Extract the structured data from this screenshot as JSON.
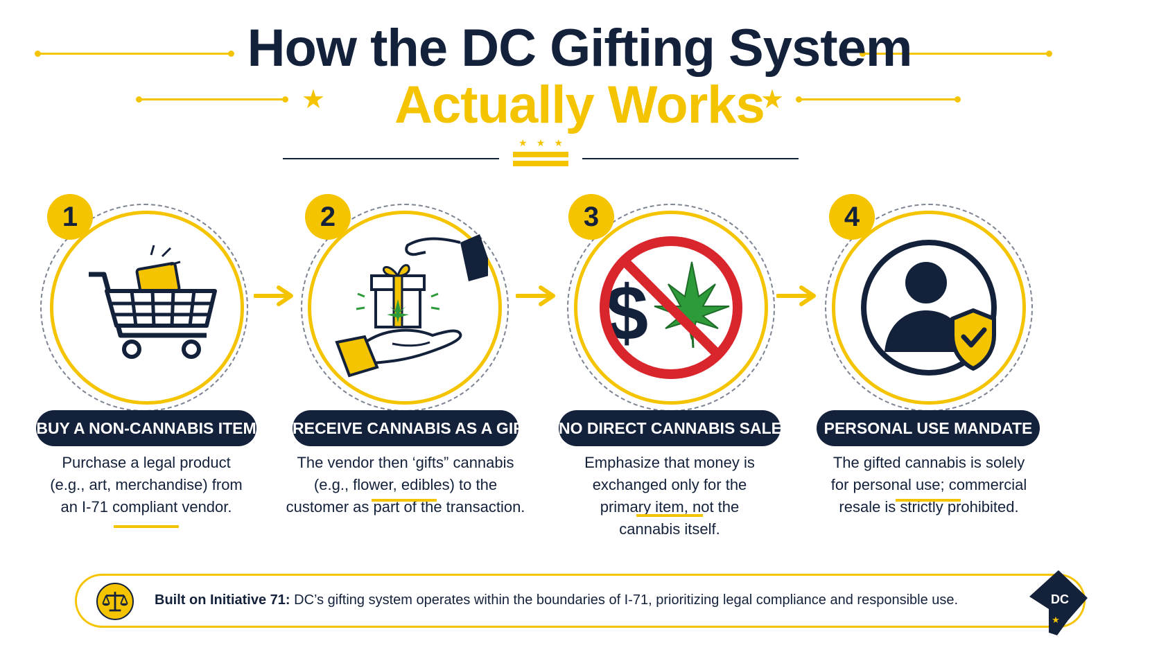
{
  "title": {
    "line1": "How the DC Gifting System",
    "line2": "Actually Works"
  },
  "decorations": {
    "star_glyph": "★",
    "accent_color": "#f5c400",
    "dark_color": "#14213a",
    "prohibition_color": "#d9262c",
    "leaf_color": "#2e9b3a"
  },
  "steps": [
    {
      "number": "1",
      "icon": "shopping-cart-icon",
      "heading": "BUY A NON-CANNABIS ITEM",
      "description": [
        "Purchase a legal product",
        "(e.g., art, merchandise) from",
        "an I-71 compliant vendor."
      ]
    },
    {
      "number": "2",
      "icon": "gift-handoff-icon",
      "heading": "RECEIVE CANNABIS AS A GIFT",
      "description": [
        "The vendor then ‘gifts” cannabis",
        "(e.g., flower, edibles) to the",
        "customer as part of the transaction."
      ]
    },
    {
      "number": "3",
      "icon": "no-cannabis-sale-icon",
      "heading": "NO DIRECT CANNABIS SALE",
      "description": [
        "Emphasize that money is",
        "exchanged only for the",
        "primary item, not the",
        "cannabis itself."
      ]
    },
    {
      "number": "4",
      "icon": "personal-use-shield-icon",
      "heading": "PERSONAL USE MANDATE",
      "description": [
        "The gifted cannabis is solely",
        "for personal use; commercial",
        "resale is strictly prohibited."
      ]
    }
  ],
  "footer": {
    "icon": "scales-of-justice-icon",
    "bold_text": "Built on Initiative 71:",
    "text": " DC’s gifting system operates within the boundaries of I-71, prioritizing legal compliance and responsible use.",
    "map_label": "DC",
    "map_icon": "dc-map-icon"
  }
}
